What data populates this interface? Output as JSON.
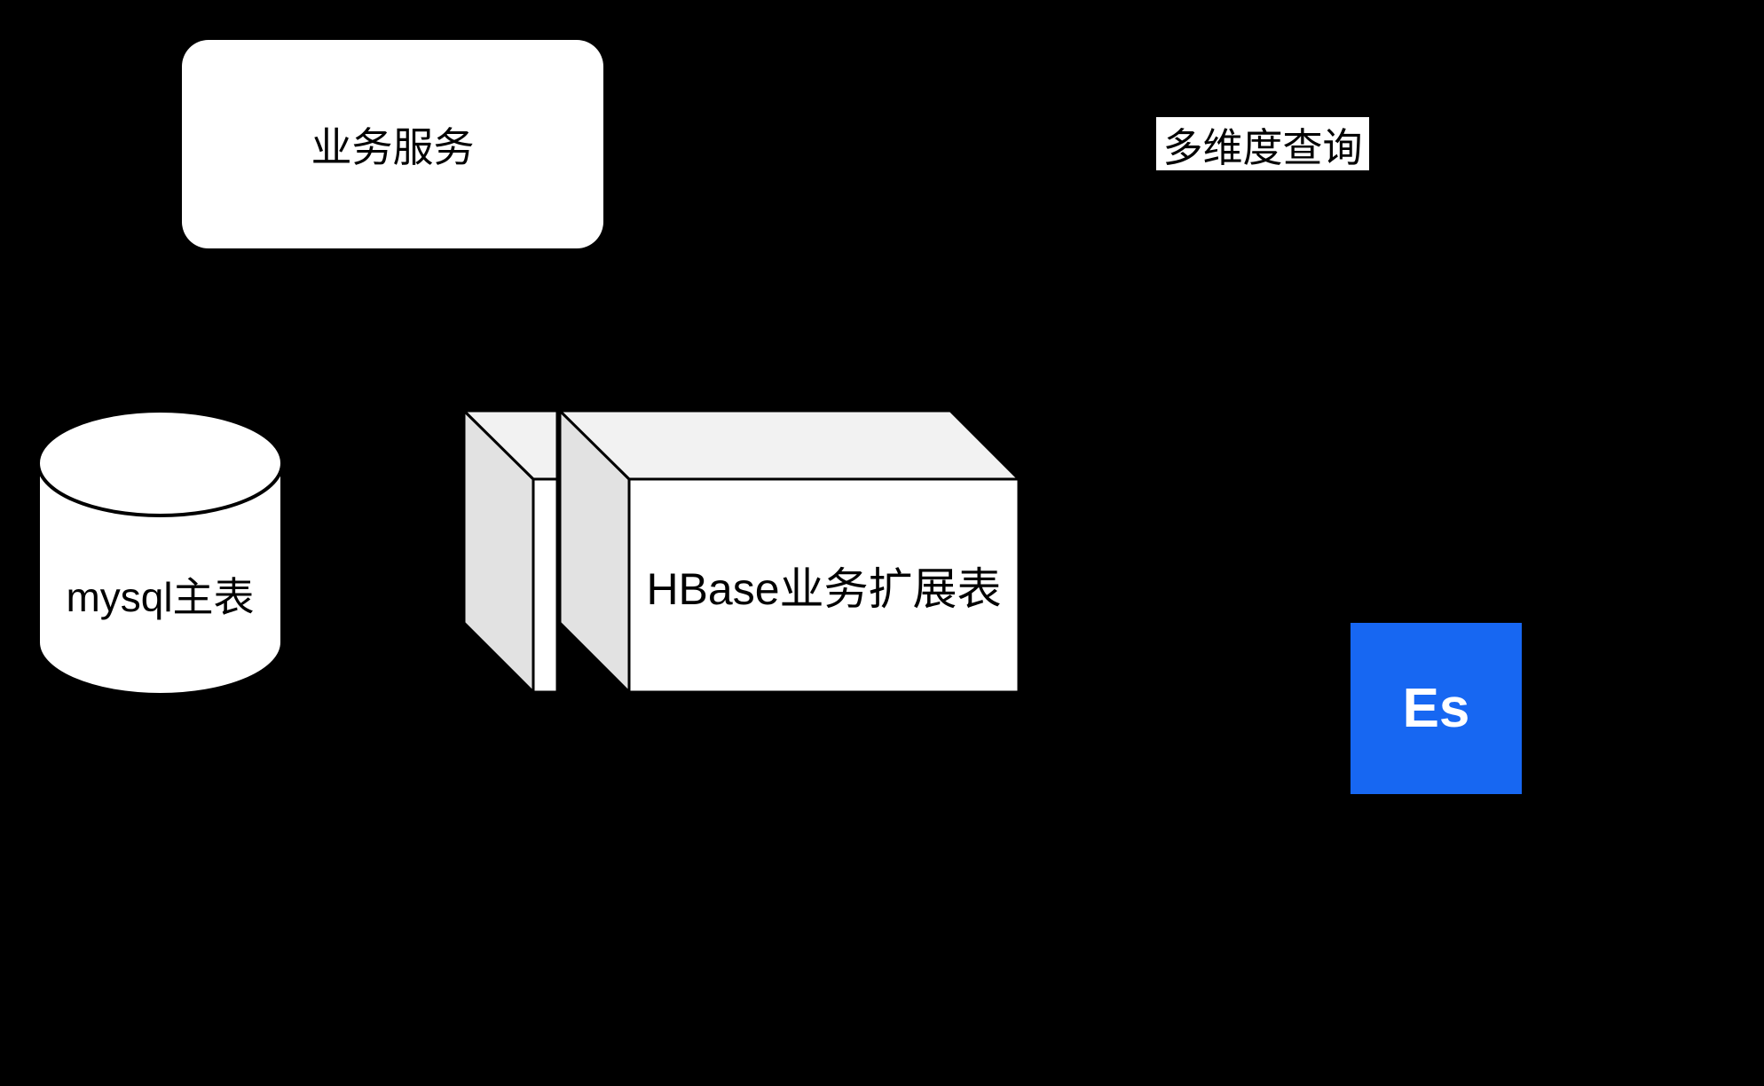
{
  "diagram": {
    "background": "#000000",
    "stroke": "#000000",
    "faces": {
      "front": "#ffffff",
      "top": "#f2f2f2",
      "side": "#e2e2e2"
    },
    "nodes": {
      "business_service": {
        "label": "业务服务",
        "fill": "#ffffff",
        "text_color": "#000000"
      },
      "multi_dim_query": {
        "label": "多维度查询",
        "fill": "#ffffff",
        "text_color": "#000000"
      },
      "mysql_main_table": {
        "label": "mysql主表",
        "fill": "#ffffff",
        "text_color": "#000000"
      },
      "hbase_extension_table": {
        "label": "HBase业务扩展表",
        "text_color": "#000000"
      },
      "elasticsearch": {
        "label": "Es",
        "fill": "#1767f2",
        "text_color": "#ffffff"
      }
    }
  }
}
